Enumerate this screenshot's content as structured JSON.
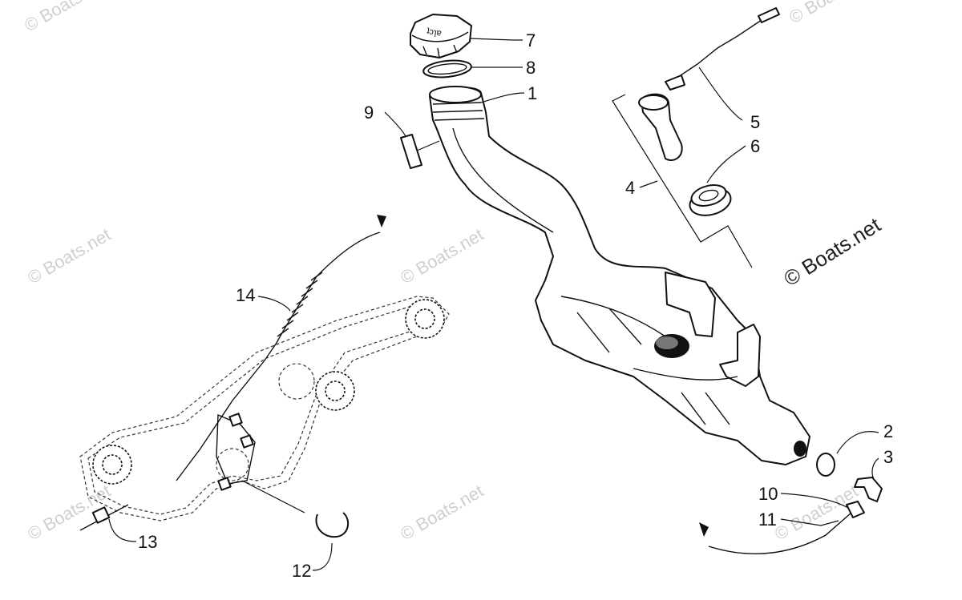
{
  "diagram": {
    "callouts": [
      {
        "id": "7",
        "label": "7"
      },
      {
        "id": "8",
        "label": "8"
      },
      {
        "id": "1",
        "label": "1"
      },
      {
        "id": "9",
        "label": "9"
      },
      {
        "id": "5",
        "label": "5"
      },
      {
        "id": "6",
        "label": "6"
      },
      {
        "id": "4",
        "label": "4"
      },
      {
        "id": "14",
        "label": "14"
      },
      {
        "id": "2",
        "label": "2"
      },
      {
        "id": "3",
        "label": "3"
      },
      {
        "id": "10",
        "label": "10"
      },
      {
        "id": "11",
        "label": "11"
      },
      {
        "id": "13",
        "label": "13"
      },
      {
        "id": "12",
        "label": "12"
      }
    ],
    "cap_text": "ʇɔɿɐ",
    "watermark_text": "© Boats.net",
    "watermark_main": "© Boats.net"
  }
}
